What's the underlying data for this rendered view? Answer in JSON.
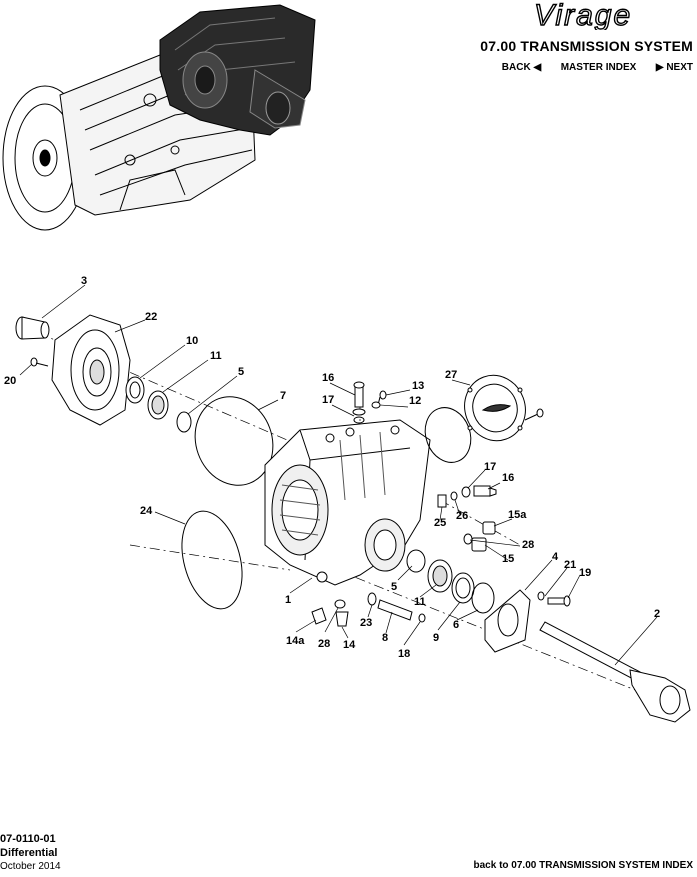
{
  "header": {
    "brand": "Virage",
    "section_title": "07.00 TRANSMISSION SYSTEM",
    "nav": {
      "back": "BACK",
      "master_index": "MASTER INDEX",
      "next": "NEXT"
    }
  },
  "diagram": {
    "callouts": {
      "c3": "3",
      "c22": "22",
      "c20": "20",
      "c10": "10",
      "c11a": "11",
      "c5a": "5",
      "c7": "7",
      "c16a": "16",
      "c17a": "17",
      "c13": "13",
      "c12": "12",
      "c27": "27",
      "c17b": "17",
      "c16b": "16",
      "c24": "24",
      "c25": "25",
      "c26": "26",
      "c15a": "15a",
      "c28a": "28",
      "c15": "15",
      "c4": "4",
      "c21": "21",
      "c19": "19",
      "c5b": "5",
      "c1": "1",
      "c11b": "11",
      "c9": "9",
      "c6": "6",
      "c2": "2",
      "c23": "23",
      "c8": "8",
      "c14a": "14a",
      "c28b": "28",
      "c14": "14",
      "c18": "18"
    }
  },
  "footer": {
    "part_number": "07-0110-01",
    "part_name": "Differential",
    "date": "October 2014",
    "back_link": "back to 07.00 TRANSMISSION SYSTEM INDEX"
  }
}
